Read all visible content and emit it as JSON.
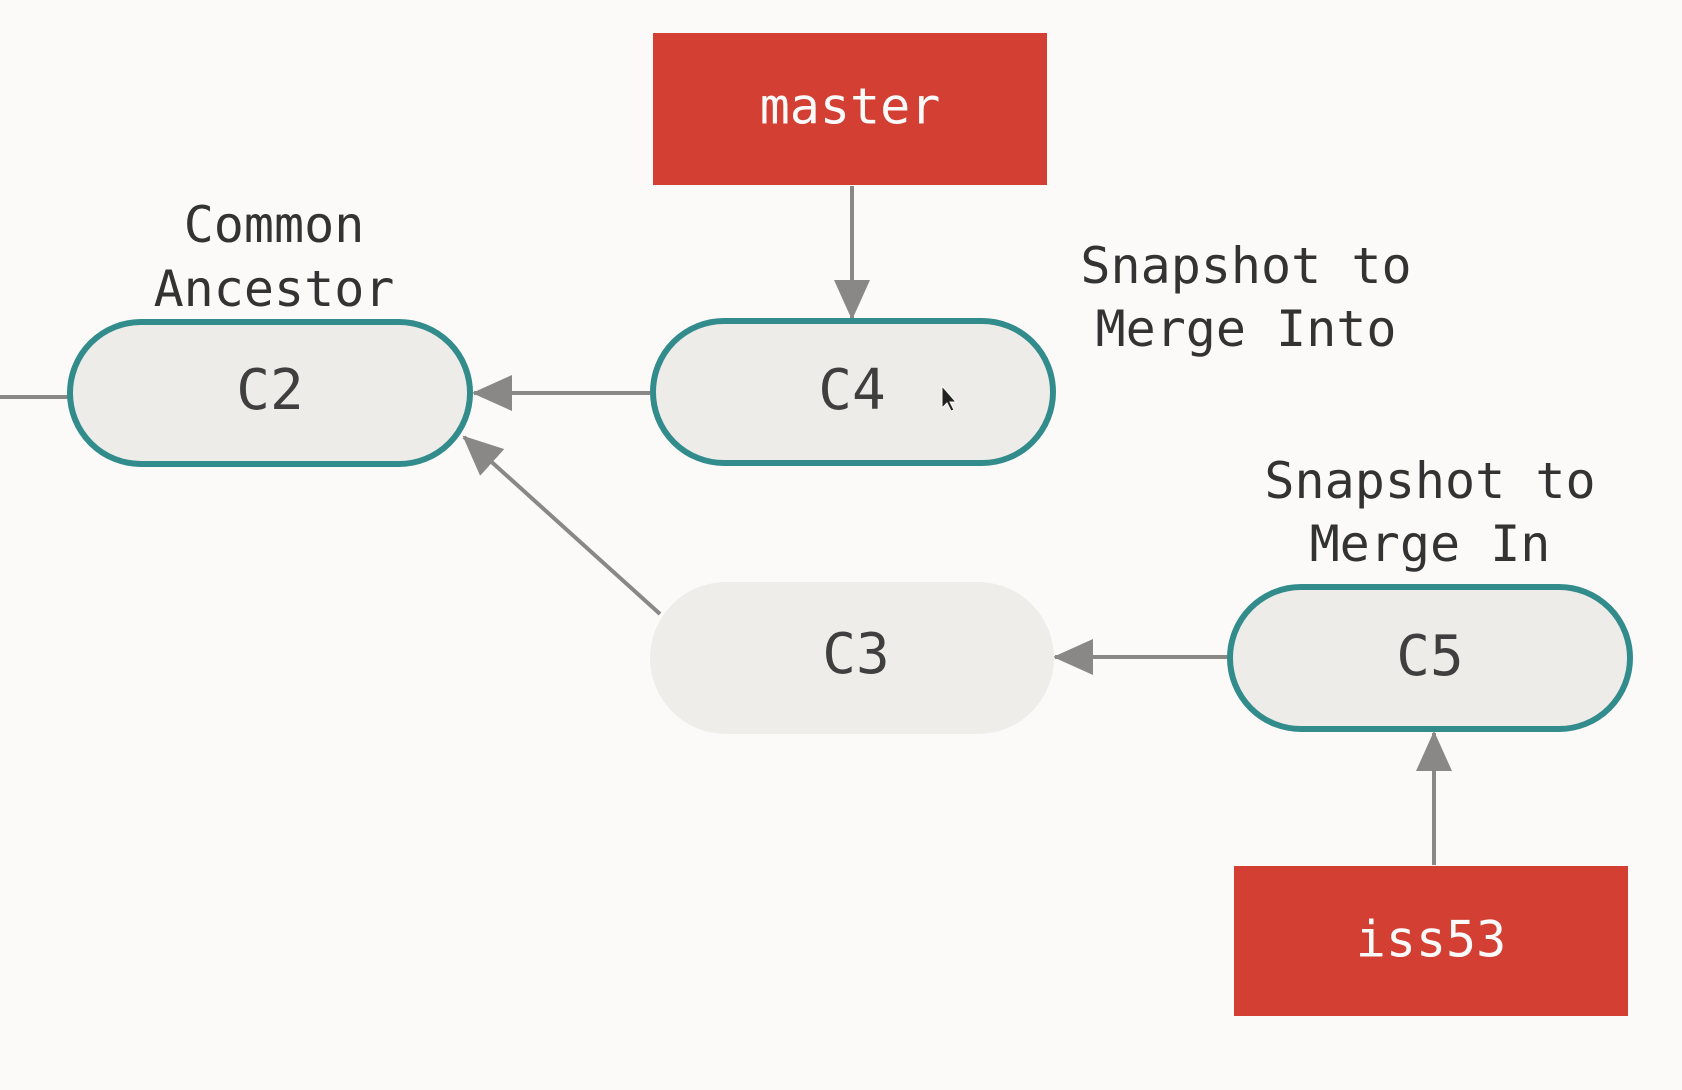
{
  "colors": {
    "background": "#fbfaf9",
    "commit_fill": "#eeece8",
    "commit_faded_fill": "#efedea",
    "commit_border": "#338c8c",
    "ref_fill": "#d33f33",
    "ref_text": "#fafafa",
    "arrow": "#8a8886",
    "text": "#333333"
  },
  "refs": {
    "master": "master",
    "iss53": "iss53"
  },
  "commits": {
    "c2": "C2",
    "c3": "C3",
    "c4": "C4",
    "c5": "C5"
  },
  "annotations": {
    "common_ancestor": [
      "Common",
      "Ancestor"
    ],
    "merge_into": [
      "Snapshot to",
      "Merge Into"
    ],
    "merge_in": [
      "Snapshot to",
      "Merge In"
    ]
  },
  "icons": {
    "cursor": "mouse-pointer-icon"
  }
}
